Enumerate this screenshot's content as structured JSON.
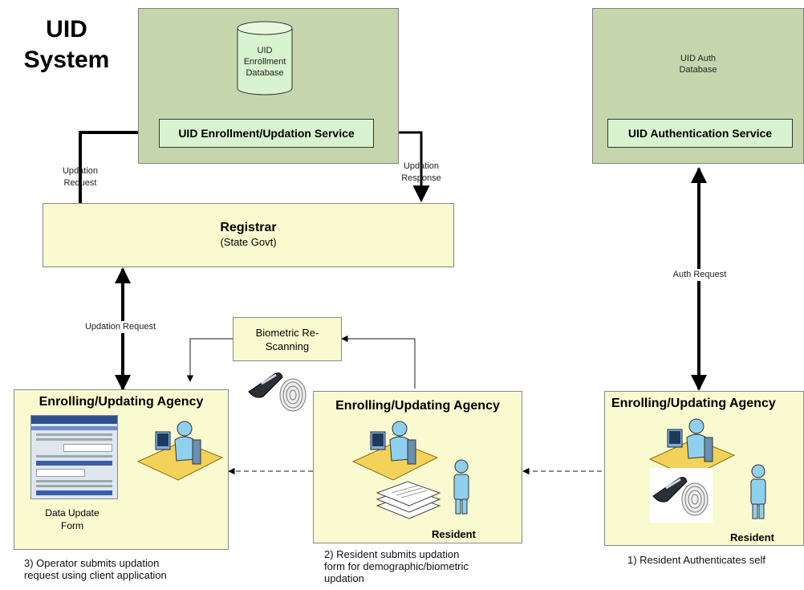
{
  "title": "UID\nSystem",
  "enrollment": {
    "database_label": "UID\nEnrollment\nDatabase",
    "service_label": "UID Enrollment/Updation Service"
  },
  "auth": {
    "database_label": "UID Auth\nDatabase",
    "service_label": "UID Authentication Service"
  },
  "registrar": {
    "title": "Registrar",
    "subtitle": "(State Govt)"
  },
  "labels": {
    "updation_request_top": "Updation\nRequest",
    "updation_response": "Updation\nResponse",
    "updation_request_mid": "Updation Request",
    "auth_request": "Auth Request",
    "biometric_rescanning": "Biometric Re-\nScanning"
  },
  "agencies": [
    {
      "title": "Enrolling/Updating Agency",
      "form_label": "Data Update\nForm",
      "caption": "3) Operator submits updation\nrequest using client application"
    },
    {
      "title": "Enrolling/Updating Agency",
      "resident_label": "Resident",
      "caption": "2) Resident submits updation\nform for demographic/biometric\nupdation"
    },
    {
      "title": "Enrolling/Updating Agency",
      "resident_label": "Resident",
      "caption": "1) Resident Authenticates self"
    }
  ],
  "colors": {
    "server_background": "#c5d6ad",
    "service_box": "#d8f3cf",
    "agency_background": "#fafad0",
    "person": "#8fd0ee",
    "desk": "#f2d25a"
  },
  "icons": [
    "database-icon",
    "operator-at-desk-icon",
    "resident-person-icon",
    "fingerprint-scanner-icon",
    "fingerprint-icon",
    "paper-stack-icon",
    "form-screenshot-icon"
  ]
}
